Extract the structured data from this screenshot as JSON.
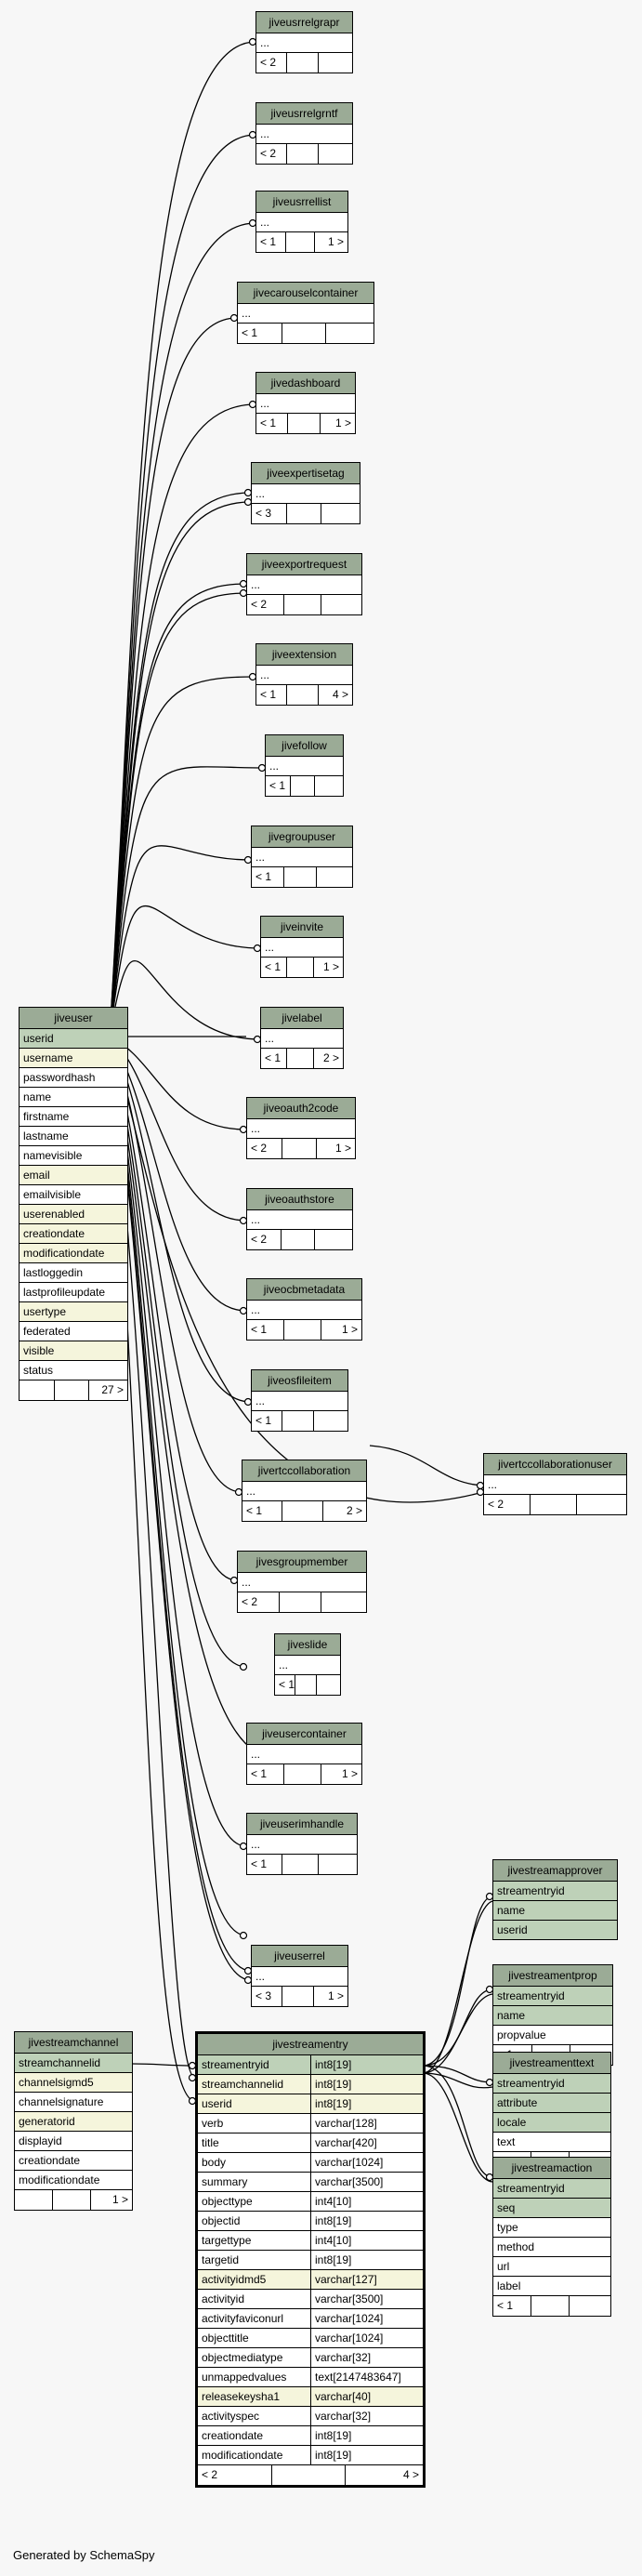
{
  "credit": "Generated by SchemaSpy",
  "tables": [
    {
      "name": "jiveusrrelgrapr",
      "rows": [
        "..."
      ],
      "foot": [
        "< 2",
        "",
        ""
      ]
    },
    {
      "name": "jiveusrrelgrntf",
      "rows": [
        "..."
      ],
      "foot": [
        "< 2",
        "",
        ""
      ]
    },
    {
      "name": "jiveusrrellist",
      "rows": [
        "..."
      ],
      "foot": [
        "< 1",
        "",
        "1 >"
      ]
    },
    {
      "name": "jivecarouselcontainer",
      "rows": [
        "..."
      ],
      "foot": [
        "< 1",
        "",
        ""
      ]
    },
    {
      "name": "jivedashboard",
      "rows": [
        "..."
      ],
      "foot": [
        "< 1",
        "",
        "1 >"
      ]
    },
    {
      "name": "jiveexpertisetag",
      "rows": [
        "..."
      ],
      "foot": [
        "< 3",
        "",
        ""
      ]
    },
    {
      "name": "jiveexportrequest",
      "rows": [
        "..."
      ],
      "foot": [
        "< 2",
        "",
        ""
      ]
    },
    {
      "name": "jiveextension",
      "rows": [
        "..."
      ],
      "foot": [
        "< 1",
        "",
        "4 >"
      ]
    },
    {
      "name": "jivefollow",
      "rows": [
        "..."
      ],
      "foot": [
        "< 1",
        "",
        ""
      ]
    },
    {
      "name": "jivegroupuser",
      "rows": [
        "..."
      ],
      "foot": [
        "< 1",
        "",
        ""
      ]
    },
    {
      "name": "jiveinvite",
      "rows": [
        "..."
      ],
      "foot": [
        "< 1",
        "",
        "1 >"
      ]
    },
    {
      "name": "jivelabel",
      "rows": [
        "..."
      ],
      "foot": [
        "< 1",
        "",
        "2 >"
      ]
    },
    {
      "name": "jiveoauth2code",
      "rows": [
        "..."
      ],
      "foot": [
        "< 2",
        "",
        "1 >"
      ]
    },
    {
      "name": "jiveoauthstore",
      "rows": [
        "..."
      ],
      "foot": [
        "< 2",
        "",
        ""
      ]
    },
    {
      "name": "jiveocbmetadata",
      "rows": [
        "..."
      ],
      "foot": [
        "< 1",
        "",
        "1 >"
      ]
    },
    {
      "name": "jiveosfileitem",
      "rows": [
        "..."
      ],
      "foot": [
        "< 1",
        "",
        ""
      ]
    },
    {
      "name": "jivertccollaboration",
      "rows": [
        "..."
      ],
      "foot": [
        "< 1",
        "",
        "2 >"
      ]
    },
    {
      "name": "jivertccollaborationuser",
      "rows": [
        "..."
      ],
      "foot": [
        "< 2",
        "",
        ""
      ]
    },
    {
      "name": "jivesgroupmember",
      "rows": [
        "..."
      ],
      "foot": [
        "< 2",
        "",
        ""
      ]
    },
    {
      "name": "jiveslide",
      "rows": [
        "..."
      ],
      "foot": [
        "< 1",
        "",
        ""
      ]
    },
    {
      "name": "jiveusercontainer",
      "rows": [
        "..."
      ],
      "foot": [
        "< 1",
        "",
        "1 >"
      ]
    },
    {
      "name": "jiveuserimhandle",
      "rows": [
        "..."
      ],
      "foot": [
        "< 1",
        "",
        ""
      ]
    },
    {
      "name": "jiveuserrel",
      "rows": [
        "..."
      ],
      "foot": [
        "< 3",
        "",
        "1 >"
      ]
    },
    {
      "name": "jiveuser",
      "rows": [
        "userid",
        "username",
        "passwordhash",
        "name",
        "firstname",
        "lastname",
        "namevisible",
        "email",
        "emailvisible",
        "userenabled",
        "creationdate",
        "modificationdate",
        "lastloggedin",
        "lastprofileupdate",
        "usertype",
        "federated",
        "visible",
        "status"
      ],
      "kinds": [
        "pk",
        "idx",
        "",
        "",
        "",
        "",
        "",
        "idx",
        "",
        "idx",
        "idx",
        "idx",
        "",
        "",
        "idx",
        "",
        "idx",
        ""
      ],
      "foot": [
        "",
        "",
        "27 >"
      ]
    },
    {
      "name": "jivestreamchannel",
      "rows": [
        "streamchannelid",
        "channelsigmd5",
        "channelsignature",
        "generatorid",
        "displayid",
        "creationdate",
        "modificationdate"
      ],
      "kinds": [
        "pk",
        "idx",
        "",
        "idx",
        "",
        "",
        ""
      ],
      "foot": [
        "",
        "",
        "1 >"
      ]
    },
    {
      "name": "jivestreamapprover",
      "rows": [
        "streamentryid",
        "name",
        "userid"
      ],
      "kinds": [
        "pk",
        "pk",
        "pk"
      ],
      "foot": []
    },
    {
      "name": "jivestreamentprop",
      "rows": [
        "streamentryid",
        "name",
        "propvalue"
      ],
      "kinds": [
        "pk",
        "pk",
        ""
      ],
      "foot": [
        "< 1",
        "",
        ""
      ]
    },
    {
      "name": "jivestreamenttext",
      "rows": [
        "streamentryid",
        "attribute",
        "locale",
        "text"
      ],
      "kinds": [
        "pk",
        "pk",
        "pk",
        ""
      ],
      "foot": [
        "< 1",
        "",
        ""
      ]
    },
    {
      "name": "jivestreamaction",
      "rows": [
        "streamentryid",
        "seq",
        "type",
        "method",
        "url",
        "label"
      ],
      "kinds": [
        "pk",
        "pk",
        "",
        "",
        "",
        ""
      ],
      "foot": [
        "< 1",
        "",
        ""
      ]
    },
    {
      "name": "jivestreamentry",
      "rows": [
        [
          "streamentryid",
          "int8[19]"
        ],
        [
          "streamchannelid",
          "int8[19]"
        ],
        [
          "userid",
          "int8[19]"
        ],
        [
          "verb",
          "varchar[128]"
        ],
        [
          "title",
          "varchar[420]"
        ],
        [
          "body",
          "varchar[1024]"
        ],
        [
          "summary",
          "varchar[3500]"
        ],
        [
          "objecttype",
          "int4[10]"
        ],
        [
          "objectid",
          "int8[19]"
        ],
        [
          "targettype",
          "int4[10]"
        ],
        [
          "targetid",
          "int8[19]"
        ],
        [
          "activityidmd5",
          "varchar[127]"
        ],
        [
          "activityid",
          "varchar[3500]"
        ],
        [
          "activityfaviconurl",
          "varchar[1024]"
        ],
        [
          "objecttitle",
          "varchar[1024]"
        ],
        [
          "objectmediatype",
          "varchar[32]"
        ],
        [
          "unmappedvalues",
          "text[2147483647]"
        ],
        [
          "releasekeysha1",
          "varchar[40]"
        ],
        [
          "activityspec",
          "varchar[32]"
        ],
        [
          "creationdate",
          "int8[19]"
        ],
        [
          "modificationdate",
          "int8[19]"
        ]
      ],
      "kinds": [
        "pk",
        "idx",
        "idx",
        "",
        "",
        "",
        "",
        "",
        "",
        "",
        "",
        "idx",
        "",
        "",
        "",
        "",
        "",
        "idx",
        "",
        "",
        ""
      ],
      "foot": [
        "< 2",
        "",
        "4 >"
      ]
    }
  ]
}
